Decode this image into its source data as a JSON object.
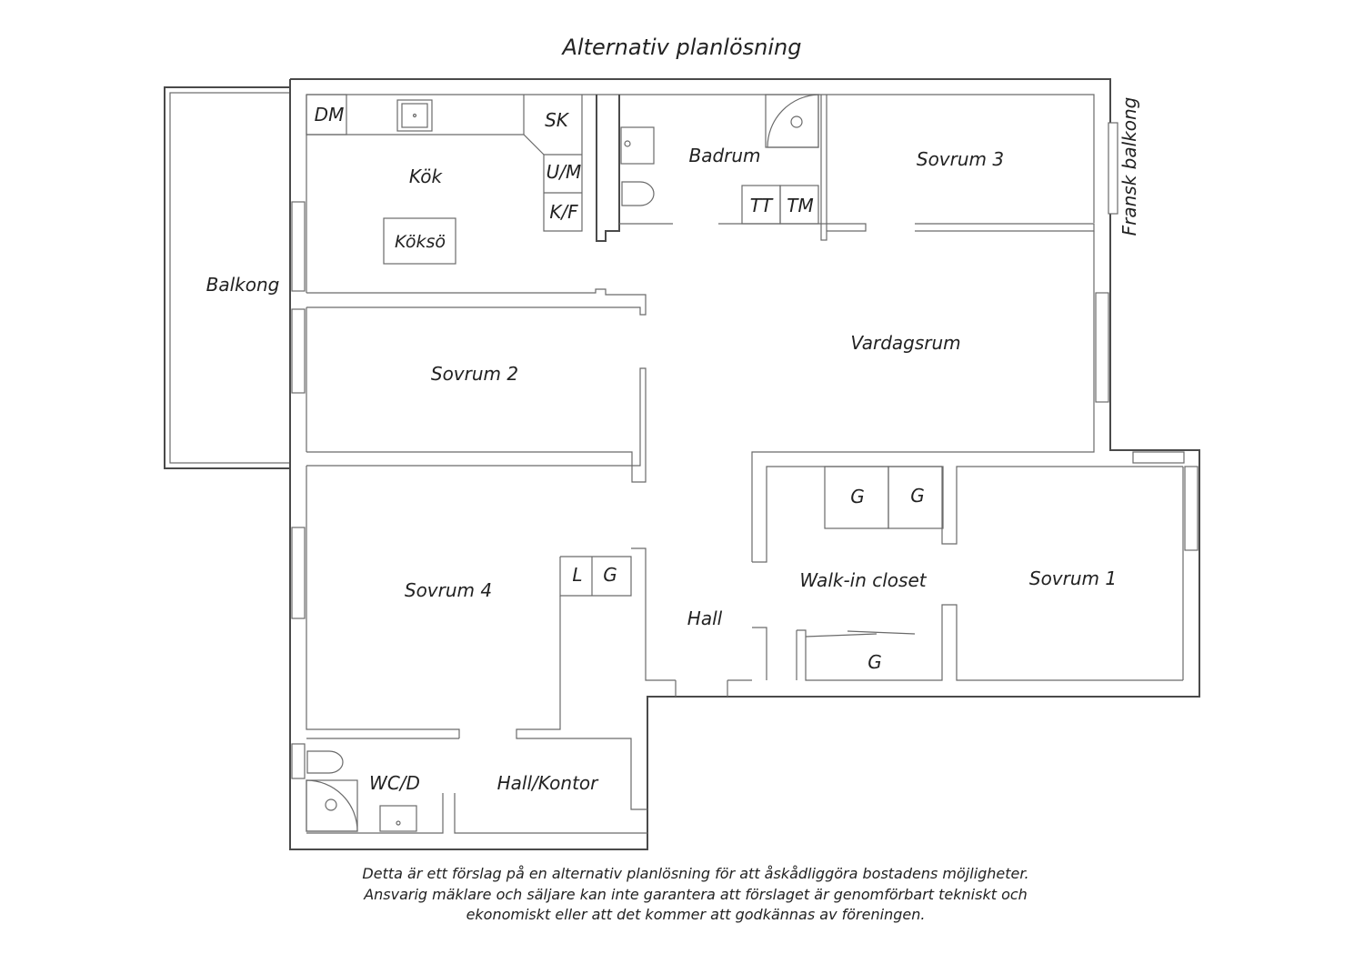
{
  "title": "Alternativ planlösning",
  "rooms": {
    "kok": "Kök",
    "koksö": "Köksö",
    "dm": "DM",
    "sk": "SK",
    "um": "U/M",
    "kf": "K/F",
    "badrum": "Badrum",
    "tt": "TT",
    "tm": "TM",
    "sovrum3": "Sovrum 3",
    "fransk_balkong": "Fransk balkong",
    "balkong": "Balkong",
    "sovrum2": "Sovrum 2",
    "vardagsrum": "Vardagsrum",
    "g_closet_1": "G",
    "g_closet_2": "G",
    "walkin": "Walk-in closet",
    "sovrum1": "Sovrum 1",
    "sovrum4": "Sovrum 4",
    "l": "L",
    "g_hall": "G",
    "hall": "Hall",
    "g_closet_3": "G",
    "wcd": "WC/D",
    "hall_kontor": "Hall/Kontor"
  },
  "disclaimer": [
    "Detta är ett förslag på en alternativ planlösning för att åskådliggöra bostadens möjligheter.",
    "Ansvarig mäklare och säljare kan inte garantera att förslaget är genomförbart tekniskt och",
    "ekonomiskt eller att det kommer att godkännas av föreningen."
  ]
}
